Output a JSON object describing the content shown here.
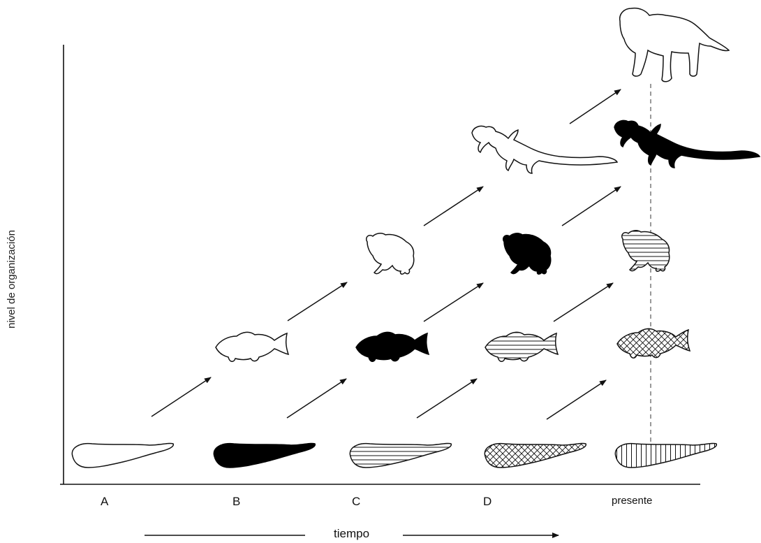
{
  "axes": {
    "y_label": "nivel de organización",
    "x_label": "tiempo",
    "time_points": [
      "A",
      "B",
      "C",
      "D",
      "presente"
    ]
  },
  "levels": [
    "flatworm",
    "fish",
    "frog",
    "lizard",
    "mammal"
  ],
  "fills": [
    "outline",
    "solid",
    "horizontal-stripes",
    "crosshatch",
    "vertical-stripes"
  ]
}
